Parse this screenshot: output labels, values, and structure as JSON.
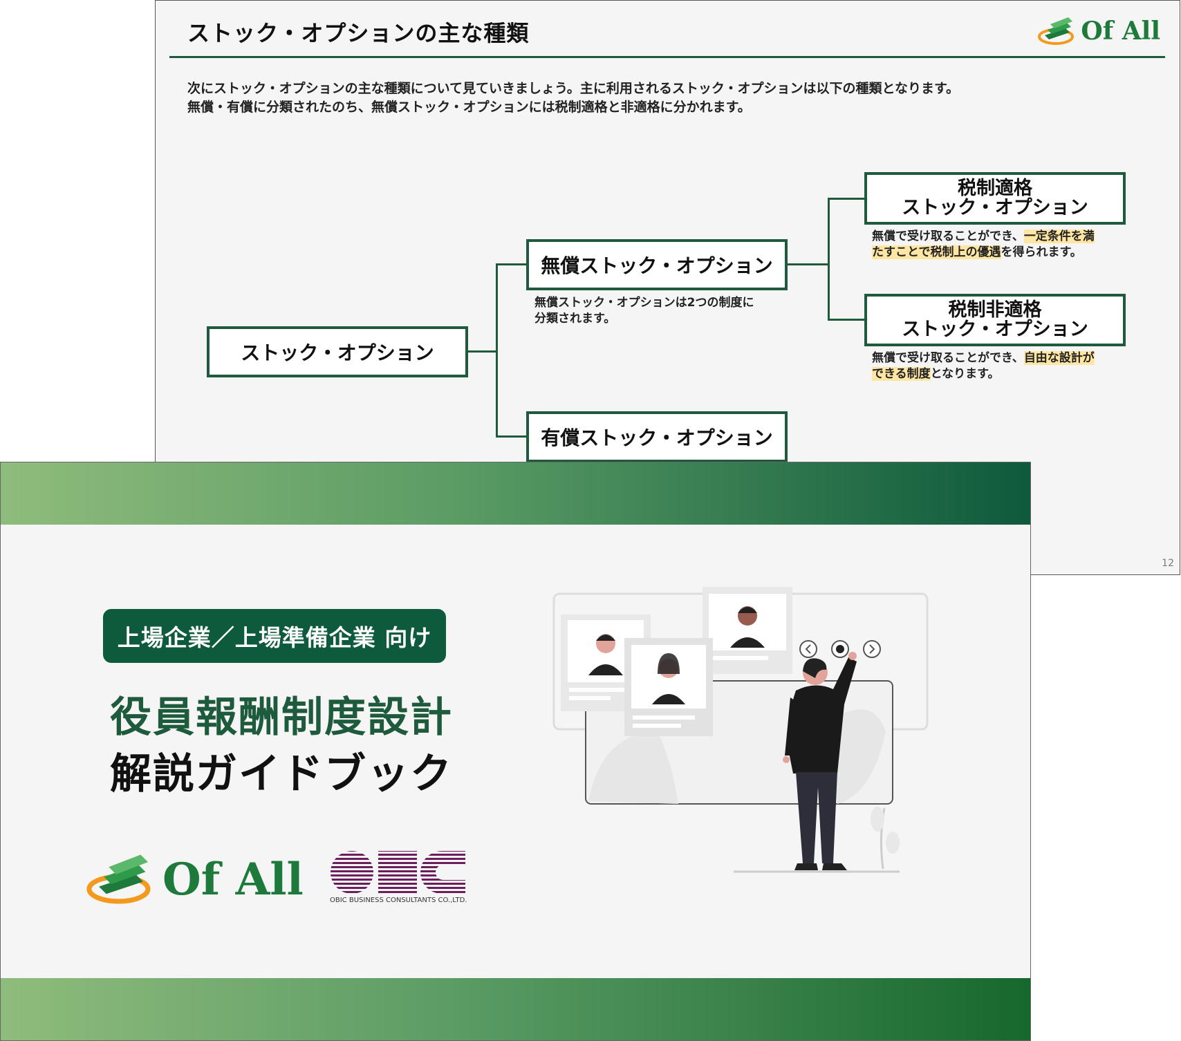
{
  "back_slide": {
    "title": "ストック・オプションの主な種類",
    "logo_text": "Of All",
    "intro_line1": "次にストック・オプションの主な種類について見ていきましょう。主に利用されるストック・オプションは以下の種類となります。",
    "intro_line2": "無償・有償に分類されたのち、無償ストック・オプションには税制適格と非適格に分かれます。",
    "nodes": {
      "root": "ストック・オプション",
      "free": "無償ストック・オプション",
      "paid": "有償ストック・オプション",
      "qualified_l1": "税制適格",
      "qualified_l2": "ストック・オプション",
      "nonqualified_l1": "税制非適格",
      "nonqualified_l2": "ストック・オプション"
    },
    "notes": {
      "free_l1": "無償ストック・オプションは2つの制度に",
      "free_l2": "分類されます。",
      "qual_a": "無償で受け取ることができ、",
      "qual_hl1": "一定条件を満",
      "qual_hl2": "たすことで税制上の優遇",
      "qual_b": "を得られます。",
      "nonqual_a": "無償で受け取ることができ、",
      "nonqual_hl1": "自由な設計が",
      "nonqual_hl2": "できる制度",
      "nonqual_b": "となります。"
    },
    "page_number": "12"
  },
  "front_slide": {
    "badge": "上場企業／上場準備企業 向け",
    "title_line1": "役員報酬制度設計",
    "title_line2": "解説ガイドブック",
    "ofall_logo_text": "Of All",
    "obc_subtext": "OBIC BUSINESS CONSULTANTS CO.,LTD."
  },
  "colors": {
    "brand_green": "#1e5a3c",
    "badge_green": "#0e5a3c",
    "highlight": "#ffe7a3",
    "logo_orange": "#f39a1e"
  }
}
